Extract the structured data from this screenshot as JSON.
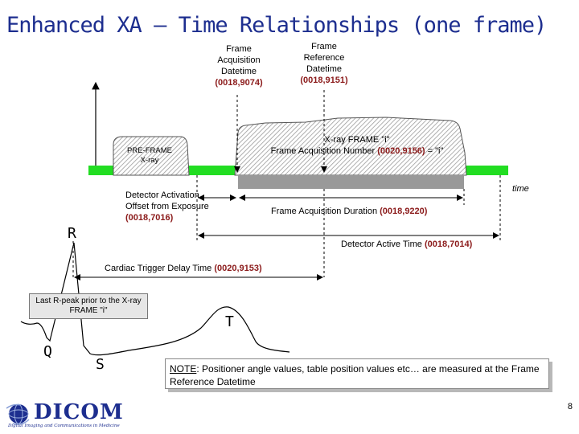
{
  "title": "Enhanced XA – Time Relationships (one frame)",
  "labels": {
    "acq_datetime": [
      "Frame",
      "Acquisition",
      "Datetime"
    ],
    "acq_datetime_code": "(0018,9074)",
    "ref_datetime": [
      "Frame",
      "Reference",
      "Datetime"
    ],
    "ref_datetime_code": "(0018,9151)",
    "xray_frame_line1": "X-ray FRAME \"i\"",
    "xray_frame_line2_prefix": "Frame Acquisition Number ",
    "xray_frame_code": "(0020,9156)",
    "xray_frame_line2_suffix": " = \"i\"",
    "preframe": [
      "PRE-FRAME",
      "X-ray"
    ],
    "time": "time",
    "detector_activation": [
      "Detector Activation",
      "Offset from Exposure"
    ],
    "detector_activation_code": "(0018,7016)",
    "frame_acq_duration_prefix": "Frame Acquisition Duration ",
    "frame_acq_duration_code": "(0018,9220)",
    "r": "R",
    "detector_active_prefix": "Detector Active Time ",
    "detector_active_code": "(0018,7014)",
    "cardiac_delay_prefix": "Cardiac Trigger Delay Time ",
    "cardiac_delay_code": "(0020,9153)",
    "last_rpeak": [
      "Last R-peak prior to the X-ray",
      "FRAME \"i\""
    ],
    "t": "T",
    "q": "Q",
    "s": "S",
    "note_underlined": "NOTE",
    "note_rest": ": Positioner angle values, table position values etc… are measured at the Frame Reference Datetime"
  },
  "logo": {
    "name": "DICOM",
    "subtitle": "Digital Imaging and Communications in Medicine"
  },
  "page_number": "8",
  "colors": {
    "title": "#1d2e8f",
    "code": "#8b1a1a",
    "timeline": "#22dd22",
    "detector_bar": "#999999",
    "hatch": "#aaaaaa"
  }
}
